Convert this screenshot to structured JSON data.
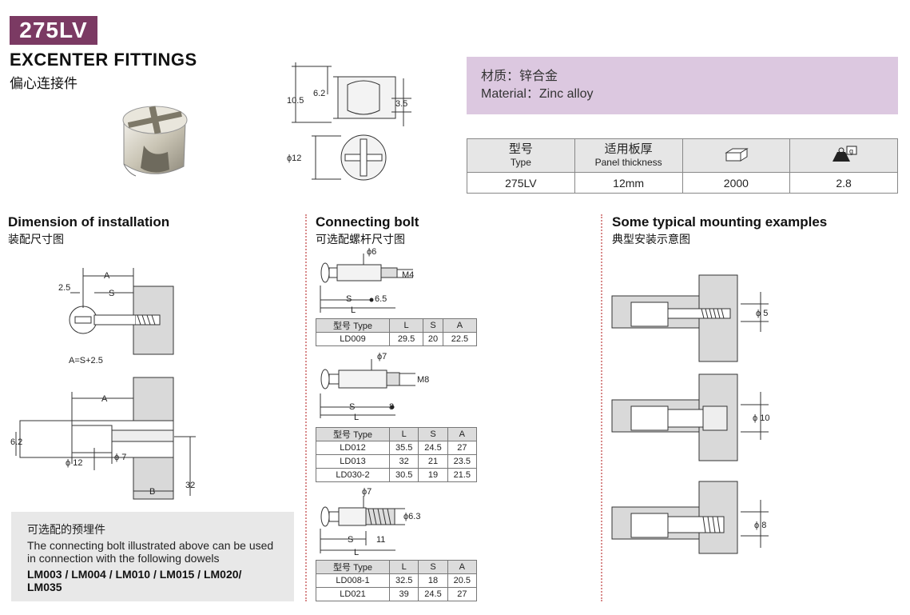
{
  "header": {
    "model": "275LV",
    "title_en": "EXCENTER FITTINGS",
    "title_cn": "偏心连接件"
  },
  "top_drawing": {
    "dim_62": "6.2",
    "dim_105": "10.5",
    "dim_35": "3.5",
    "dim_phi12": "ϕ12"
  },
  "material": {
    "line_cn": "材质：锌合金",
    "line_en": "Material：Zinc alloy"
  },
  "spec": {
    "col_type_cn": "型号",
    "col_type_en": "Type",
    "col_panel_cn": "适用板厚",
    "col_panel_en": "Panel thickness",
    "col_qty_icon": "box-icon",
    "col_weight_icon": "weight-icon",
    "weight_unit": "g",
    "row": [
      "275LV",
      "12mm",
      "2000",
      "2.8"
    ]
  },
  "install": {
    "title": "Dimension of installation",
    "subtitle": "装配尺寸图",
    "label_a": "A",
    "label_s": "S",
    "label_25": "2.5",
    "formula": "A=S+2.5",
    "label_a2": "A",
    "label_62": "6.2",
    "label_phi12": "ϕ 12",
    "label_phi7": "ϕ 7",
    "label_b": "B",
    "label_32": "32"
  },
  "dowels": {
    "cn": "可选配的预埋件",
    "en": "The connecting bolt illustrated above can be used in connection with the following dowels",
    "models": "LM003 / LM004 / LM010 / LM015 / LM020/ LM035"
  },
  "bolt": {
    "title": "Connecting bolt",
    "subtitle": "可选配螺杆尺寸图",
    "d1": {
      "phi": "ϕ6",
      "thread": "M4",
      "s": "S",
      "dot": "6.5",
      "l": "L"
    },
    "d2": {
      "phi": "ϕ7",
      "thread": "M8",
      "s": "S",
      "dot": "8",
      "l": "L"
    },
    "d3": {
      "phi": "ϕ7",
      "thread": "ϕ6.3",
      "s": "S",
      "dot": "11",
      "l": "L"
    },
    "table_header": [
      "型号 Type",
      "L",
      "S",
      "A"
    ],
    "table1": [
      [
        "LD009",
        "29.5",
        "20",
        "22.5"
      ]
    ],
    "table2": [
      [
        "LD012",
        "35.5",
        "24.5",
        "27"
      ],
      [
        "LD013",
        "32",
        "21",
        "23.5"
      ],
      [
        "LD030-2",
        "30.5",
        "19",
        "21.5"
      ]
    ],
    "table3": [
      [
        "LD008-1",
        "32.5",
        "18",
        "20.5"
      ],
      [
        "LD021",
        "39",
        "24.5",
        "27"
      ]
    ]
  },
  "mounting": {
    "title": "Some typical mounting examples",
    "subtitle": "典型安装示意图",
    "ex1": "ϕ 5",
    "ex2": "ϕ 10",
    "ex3": "ϕ 8"
  },
  "colors": {
    "brand": "#7b3a63",
    "material_bg": "#dcc8e0",
    "divider": "#d88a8a",
    "panel_grey": "#d9d9d9"
  }
}
